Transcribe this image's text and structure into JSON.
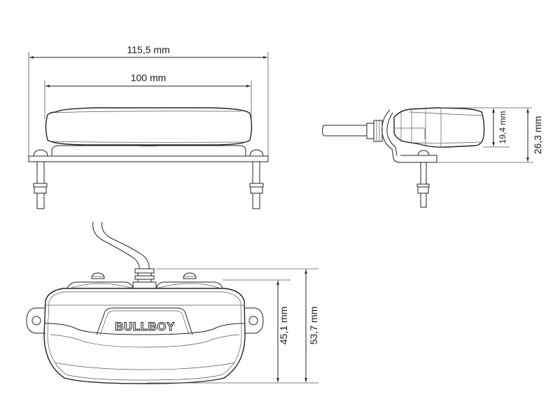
{
  "drawing": {
    "product_logo": "BULLBOY",
    "front_view": {
      "overall_width": "115,5 mm",
      "lens_width": "100 mm"
    },
    "side_view": {
      "housing_height": "19,4 mm",
      "total_height": "26,3 mm"
    },
    "top_view": {
      "body_depth": "45,1 mm",
      "total_depth": "53,7 mm"
    }
  }
}
